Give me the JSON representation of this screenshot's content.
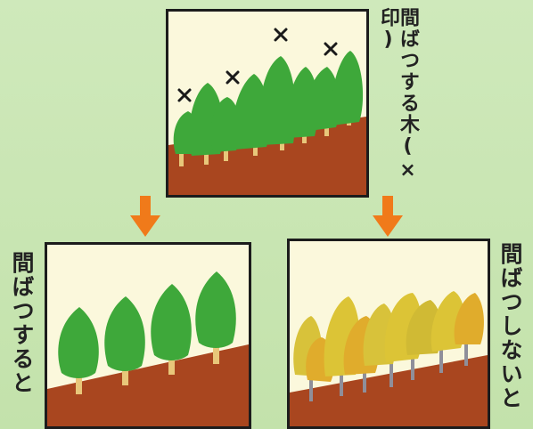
{
  "labels": {
    "top": "間ばつする木(×印)",
    "left": "間ばつすると",
    "right": "間ばつしないと"
  },
  "colors": {
    "background": "#c9e6b3",
    "panel_fill": "#fbf8dc",
    "soil": "#a9461f",
    "tree_green": "#3ea83a",
    "tree_yellow": "#dcc436",
    "trunk": "#e8c77a",
    "dead_trunk": "#8f8f9a",
    "arrow": "#f07a1a",
    "border": "#1c1c1c"
  }
}
